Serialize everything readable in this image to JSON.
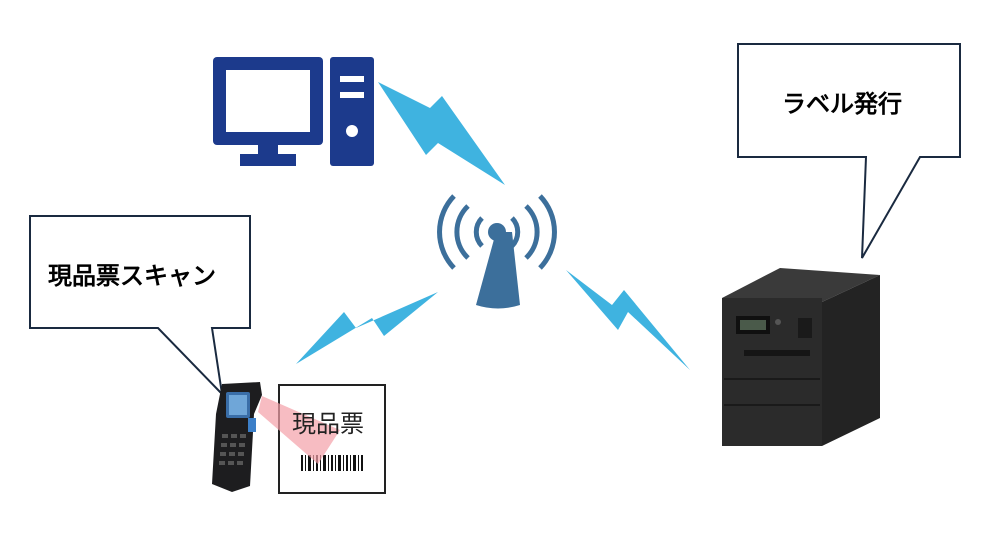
{
  "callouts": {
    "scan": "現品票スキャン",
    "label_issue": "ラベル発行"
  },
  "ticket": {
    "text": "現品票"
  },
  "colors": {
    "device_blue": "#1c3a8c",
    "bolt": "#3fb3e0",
    "antenna": "#3c6f9b",
    "callout_border": "#1a2a40",
    "scan_beam": "#f4a0a8",
    "printer_body": "#2b2b2b"
  },
  "icons": [
    "desktop-pc-icon",
    "wifi-access-point-icon",
    "handheld-scanner-icon",
    "label-printer-icon",
    "lightning-bolt-icon",
    "barcode-icon"
  ]
}
